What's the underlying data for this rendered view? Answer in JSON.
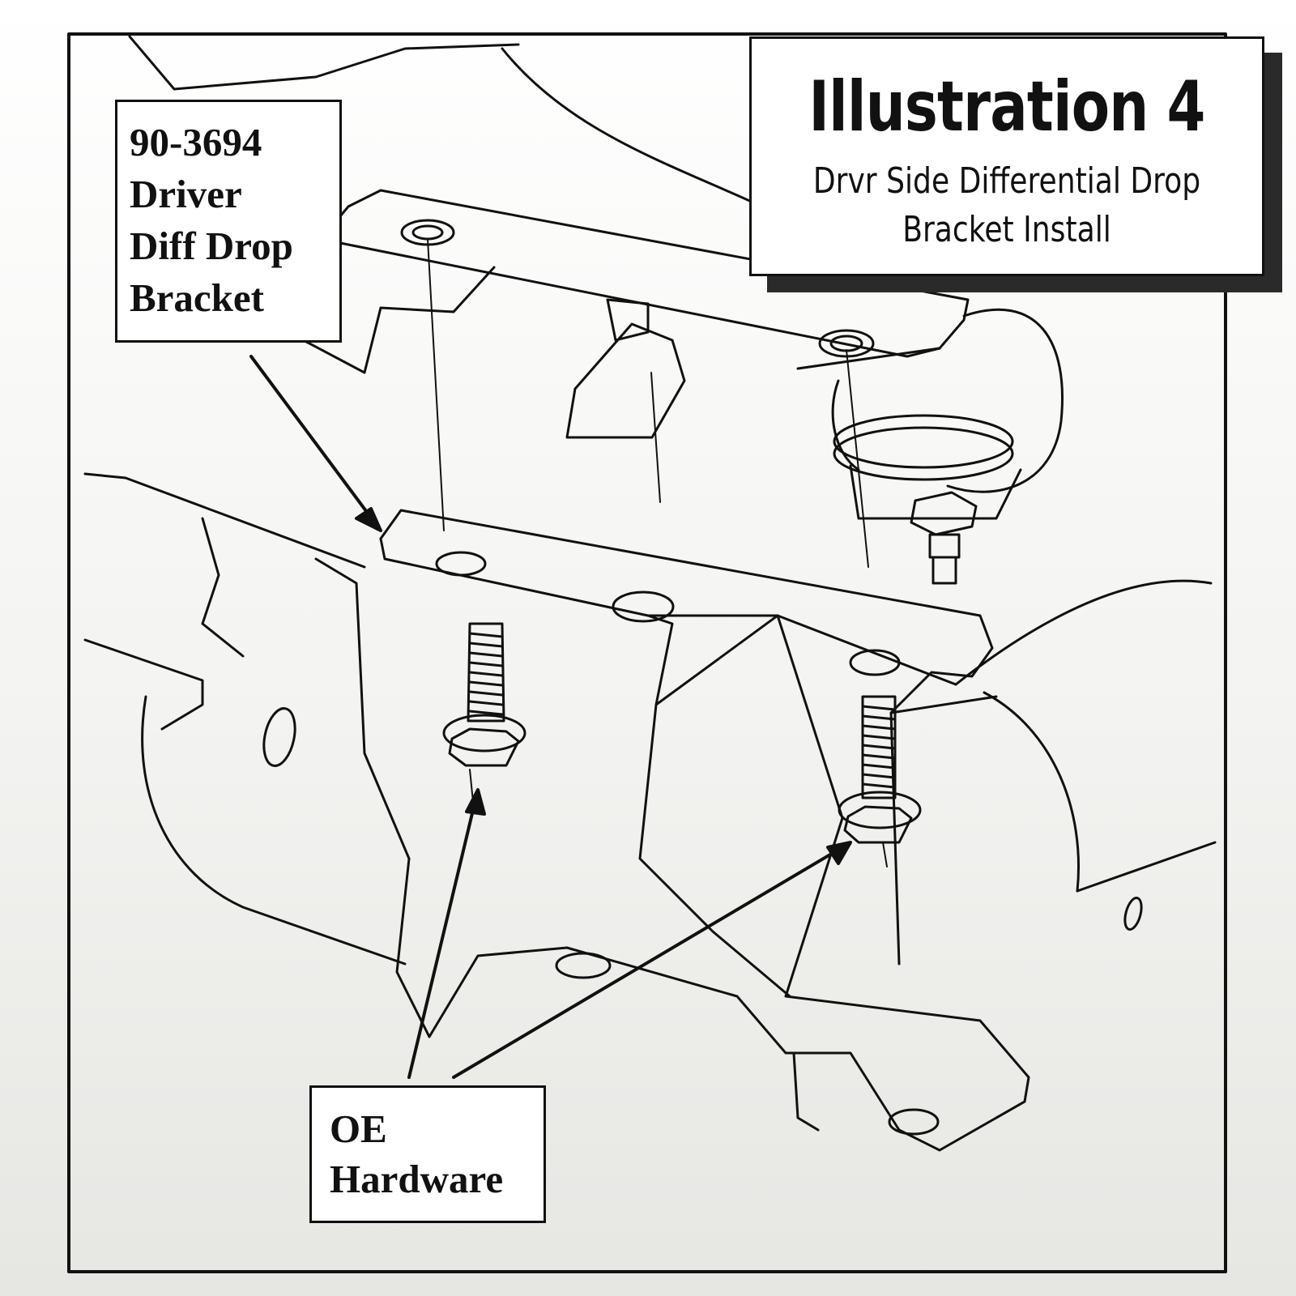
{
  "title": {
    "main": "Illustration 4",
    "subtitle": "Drvr Side Differential Drop Bracket Install"
  },
  "callouts": {
    "part": {
      "number": "90-3694",
      "line1": "Driver",
      "line2": "Diff Drop",
      "line3": "Bracket"
    },
    "hardware": {
      "line1": "OE",
      "line2": "Hardware"
    }
  },
  "colors": {
    "ink": "#111111",
    "paper": "#ffffff",
    "shadow": "#2a2a2a"
  }
}
